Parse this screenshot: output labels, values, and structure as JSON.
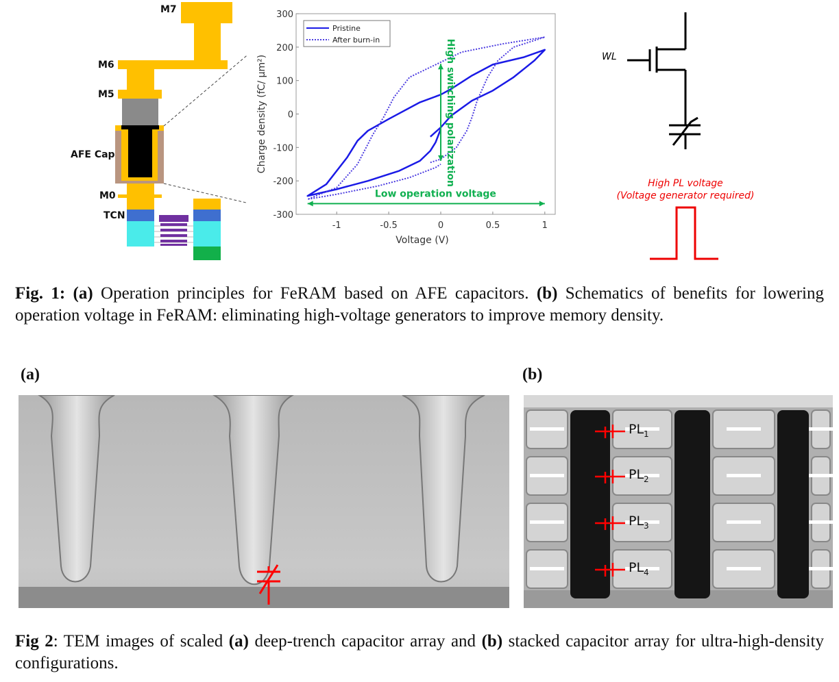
{
  "fig1": {
    "stack_labels": [
      "M7",
      "M6",
      "M5",
      "AFE Cap",
      "M0",
      "TCN"
    ],
    "schematic": {
      "wl_label": "WL",
      "pl_note_line1": "High PL voltage",
      "pl_note_line2": "(Voltage generator required)"
    },
    "caption": {
      "fig": "Fig. 1:",
      "a": "(a)",
      "a_text": " Operation principles for FeRAM based on AFE capacitors. ",
      "b": "(b)",
      "b_text": " Schematics of benefits for lowering operation voltage in FeRAM: eliminating high-voltage generators to improve memory density."
    }
  },
  "chart_data": {
    "type": "line",
    "xlabel": "Voltage (V)",
    "ylabel": "Charge density (fC/ μm²)",
    "xlim": [
      -1.39,
      1.1
    ],
    "ylim": [
      -300,
      300
    ],
    "xticks": [
      -1,
      -0.5,
      0,
      0.5,
      1
    ],
    "xtick_labels": [
      "-1",
      "-0.5",
      "0",
      "0.5",
      "1"
    ],
    "yticks": [
      300,
      200,
      100,
      0,
      -100,
      -200,
      -300
    ],
    "ytick_labels": [
      "300",
      "200",
      "100",
      "0",
      "-100",
      "-200",
      "-300"
    ],
    "legend_position": "top-left",
    "annotations": [
      "High switching polarization",
      "Low operation voltage"
    ],
    "series": [
      {
        "name": "Pristine",
        "style": "solid",
        "color": "#1a1ae6",
        "x": [
          -0.1,
          0,
          0.1,
          0.3,
          0.5,
          0.7,
          0.9,
          1,
          0.8,
          0.5,
          0.3,
          0.1,
          0,
          -0.2,
          -0.5,
          -0.7,
          -0.8,
          -0.9,
          -1.1,
          -1.28,
          -1.0,
          -0.7,
          -0.4,
          -0.2,
          -0.1,
          -0.05,
          0
        ],
        "y": [
          -68,
          -40,
          -5,
          40,
          70,
          110,
          160,
          192,
          170,
          148,
          115,
          75,
          58,
          35,
          -15,
          -50,
          -80,
          -130,
          -210,
          -245,
          -225,
          -200,
          -170,
          -140,
          -110,
          -85,
          -45
        ]
      },
      {
        "name": "After burn-in",
        "style": "dotted",
        "color": "#4a3ae0",
        "x": [
          -0.1,
          0,
          0.15,
          0.25,
          0.3,
          0.35,
          0.45,
          0.55,
          0.7,
          1,
          0.6,
          0.2,
          0,
          -0.3,
          -0.45,
          -0.55,
          -0.65,
          -0.8,
          -1.0,
          -1.28,
          -1.0,
          -0.6,
          -0.3,
          -0.05,
          0
        ],
        "y": [
          -145,
          -135,
          -100,
          -50,
          -10,
          40,
          110,
          160,
          200,
          230,
          210,
          185,
          155,
          110,
          50,
          -10,
          -60,
          -150,
          -220,
          -255,
          -240,
          -215,
          -190,
          -160,
          -150
        ]
      }
    ]
  },
  "fig2": {
    "panel_a": "(a)",
    "panel_b": "(b)",
    "pl_labels": [
      {
        "base": "PL",
        "sub": "1"
      },
      {
        "base": "PL",
        "sub": "2"
      },
      {
        "base": "PL",
        "sub": "3"
      },
      {
        "base": "PL",
        "sub": "4"
      }
    ],
    "caption": {
      "fig": "Fig 2",
      "text1": ": TEM images of scaled ",
      "a": "(a)",
      "text2": " deep-trench capacitor array and ",
      "b": "(b)",
      "text3": " stacked capacitor array for ultra-high-density configurations."
    }
  }
}
